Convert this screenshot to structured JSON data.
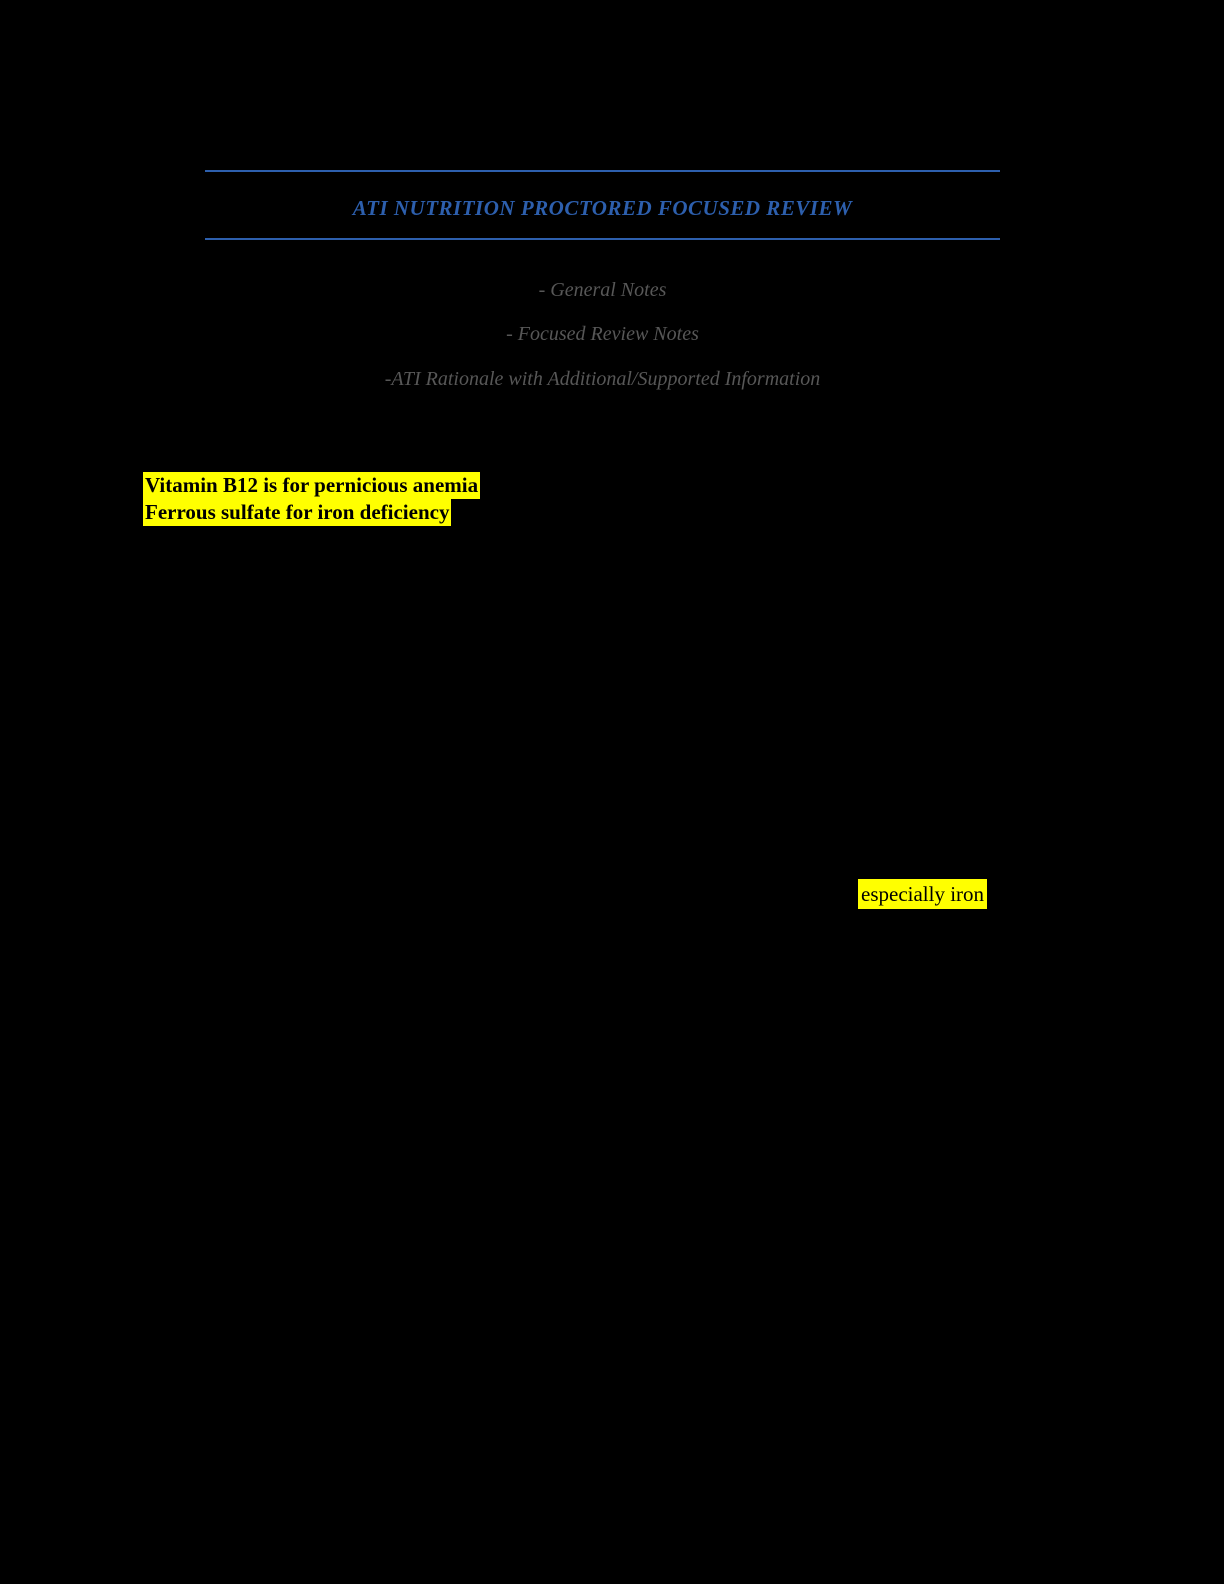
{
  "document": {
    "title": "ATI NUTRITION PROCTORED FOCUSED REVIEW",
    "notes": [
      "- General Notes",
      "- Focused Review Notes",
      "-ATI Rationale with Additional/Supported Information"
    ],
    "highlight_block": {
      "line1": "Vitamin B12 is for pernicious anemia",
      "line2": "Ferrous sulfate for iron deficiency"
    },
    "inline_highlight": "especially iron",
    "colors": {
      "page_background": "#000000",
      "accent_blue": "#2d5fad",
      "note_gray": "#575757",
      "highlight_yellow": "#ffff00",
      "highlight_text": "#000000"
    }
  }
}
